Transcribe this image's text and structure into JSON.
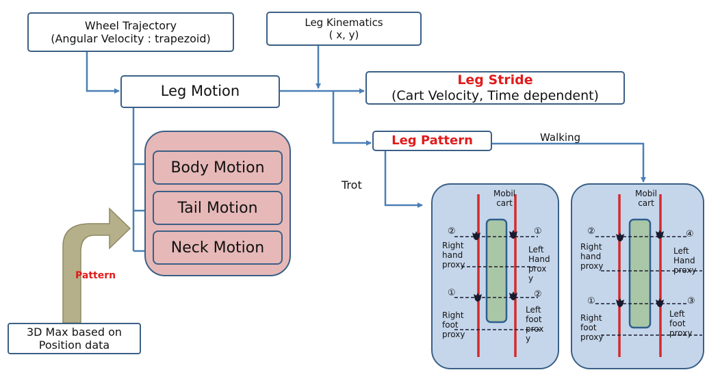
{
  "boxes": {
    "wheel_line1": "Wheel Trajectory",
    "wheel_line2": "(Angular Velocity : trapezoid)",
    "kin_line1": "Leg Kinematics",
    "kin_line2": "( x, y)",
    "leg_motion": "Leg Motion",
    "stride_title": "Leg Stride",
    "stride_sub": "(Cart Velocity, Time dependent)",
    "leg_pattern": "Leg Pattern",
    "body_motion": "Body Motion",
    "tail_motion": "Tail Motion",
    "neck_motion": "Neck Motion",
    "max_line1": "3D Max based on",
    "max_line2": "Position data"
  },
  "labels": {
    "walking": "Walking",
    "trot": "Trot",
    "pattern": "Pattern"
  },
  "colors": {
    "accent_red": "#e01b1b",
    "line_blue": "#4a7fb5",
    "border_blue": "#3a5f85",
    "motion_fill": "#e6b8b8",
    "panel_fill": "#c5d6eb",
    "cart_fill": "#a9c6a6",
    "rail_red": "#d42a2a",
    "arrow_fill": "#b5b08a"
  },
  "panels": {
    "trot": {
      "cart": "Mobil\ncart",
      "num_tl": "②",
      "num_tr": "①",
      "num_bl": "①",
      "num_br": "②",
      "right_hand": "Right\nhand\nproxy",
      "left_hand": "Left\nHand\nprox\ny",
      "right_foot": "Right\nfoot\nproxy",
      "left_foot": "Left\nfoot\nprox\ny"
    },
    "walk": {
      "cart": "Mobil\ncart",
      "num_tl": "②",
      "num_tr": "④",
      "num_bl": "①",
      "num_br": "③",
      "right_hand": "Right\nhand\nproxy",
      "left_hand": "Left\nHand\nproxy",
      "right_foot": "Right\nfoot\nproxy",
      "left_foot": "Left\nfoot\nproxy"
    }
  }
}
